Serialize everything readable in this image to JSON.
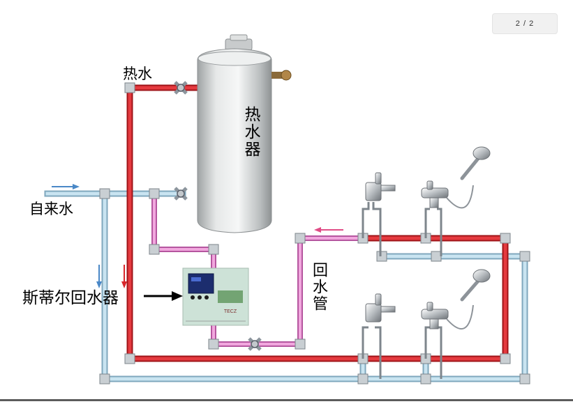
{
  "viewer": {
    "page_indicator": "2 / 2"
  },
  "diagram": {
    "labels": {
      "hot_water": "热水",
      "tap_water": "自来水",
      "water_heater": "热水器",
      "recirculator": "斯蒂尔回水器",
      "return_pipe": "回水管"
    },
    "controller": {
      "screen_text": "TECZ"
    },
    "colors": {
      "hot_pipe": "#d8262b",
      "cold_pipe": "#a9cfe4",
      "return_pipe": "#e58ad0",
      "tank": "#d3d5d5",
      "controller_panel": "#cfe3d8",
      "flow_arrow_cold": "#4a88c7",
      "flow_arrow_return": "#e04c86"
    },
    "icons": [
      "valve-icon",
      "faucet-icon",
      "shower-head-icon",
      "flow-arrow-icon",
      "controller-screen-icon"
    ]
  }
}
